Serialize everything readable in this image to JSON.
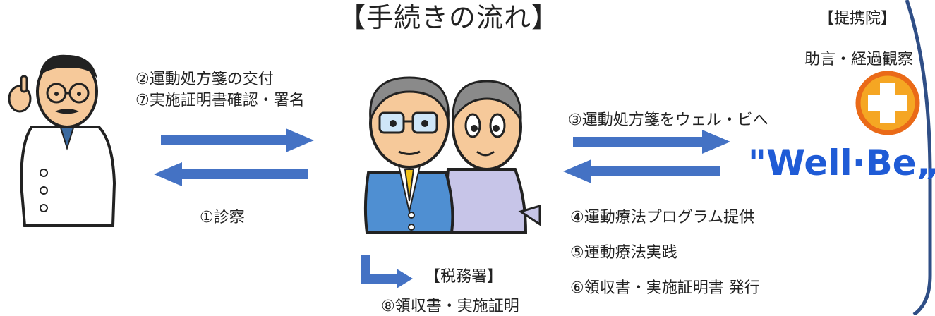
{
  "title": "【手続きの流れ】",
  "doctor_labels": {
    "issue_prescription": "②運動処方箋の交付",
    "confirm_sign": "⑦実施証明書確認・署名",
    "exam": "①診察"
  },
  "clinic": {
    "heading": "【提携院】",
    "role": "助言・経過観察"
  },
  "wellbe": {
    "send_prescription": "③運動処方箋をウェル・ビへ",
    "logo_text": "\"Well·Be„",
    "program": "④運動療法プログラム提供",
    "practice": "⑤運動療法実践",
    "receipt": "⑥領収書・実施証明書 発行"
  },
  "tax": {
    "heading": "【税務署】",
    "submit": "⑧領収書・実施証明"
  },
  "colors": {
    "arrow": "#4472c4",
    "border": "#2f4e86",
    "cross_outer": "#ea6a18",
    "cross_inner": "#f5a623",
    "logo": "#1f5bd6"
  }
}
